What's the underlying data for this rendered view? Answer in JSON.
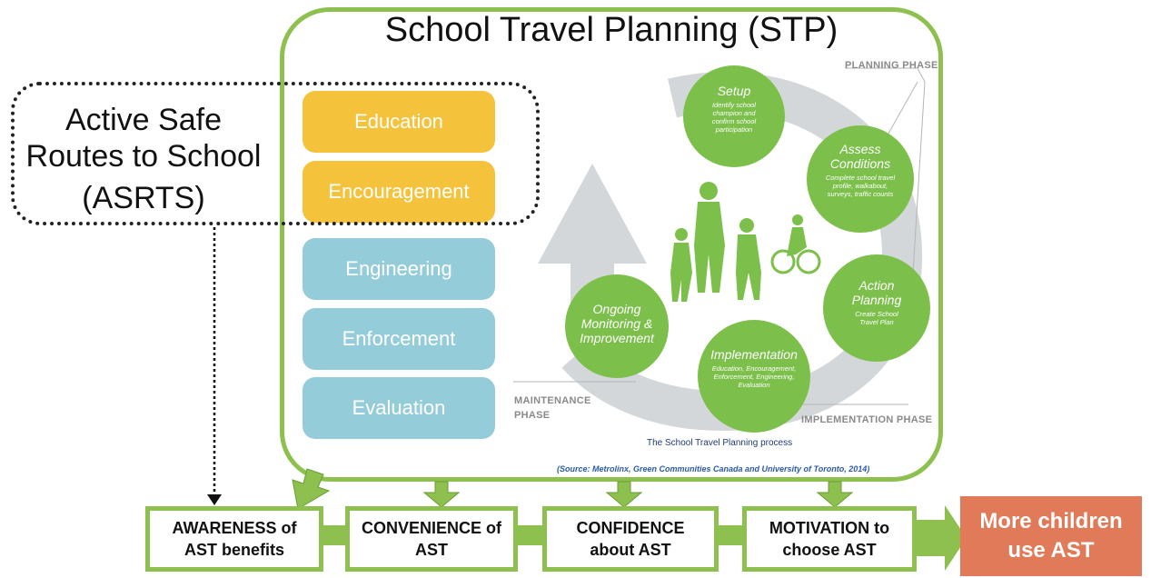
{
  "stp_title": "School Travel Planning (STP)",
  "asrts_label": [
    "Active Safe",
    "Routes to School",
    "(ASRTS)"
  ],
  "e_boxes": [
    "Education",
    "Encouragement",
    "Engineering",
    "Enforcement",
    "Evaluation"
  ],
  "diagram": {
    "planning_phase": "PLANNING PHASE",
    "maintenance_phase": [
      "MAINTENANCE",
      "PHASE"
    ],
    "implementation_phase": "IMPLEMENTATION PHASE",
    "caption": "The School Travel Planning process",
    "source": "(Source: Metrolinx, Green Communities Canada and University of Toronto, 2014)",
    "steps": [
      {
        "title": "Setup",
        "desc": [
          "Identify school",
          "champion and",
          "confirm school",
          "participation"
        ]
      },
      {
        "title": "Assess Conditions",
        "desc": [
          "Complete school travel",
          "profile, walkabout,",
          "surveys, traffic counts"
        ]
      },
      {
        "title": "Action Planning",
        "desc": [
          "Create School",
          "Travel Plan"
        ]
      },
      {
        "title": "Implementation",
        "desc": [
          "Education, Encouragement,",
          "Enforcement, Engineering,",
          "Evaluation"
        ]
      },
      {
        "title": "Ongoing Monitoring & Improvement",
        "desc": []
      }
    ]
  },
  "outcomes": [
    {
      "line1": "AWARENESS of",
      "line2": "AST benefits"
    },
    {
      "line1": "CONVENIENCE of",
      "line2": "AST"
    },
    {
      "line1": "CONFIDENCE",
      "line2": "about AST"
    },
    {
      "line1": "MOTIVATION to",
      "line2": "choose AST"
    }
  ],
  "final_outcome": [
    "More children",
    "use AST"
  ],
  "colors": {
    "green": "#8dc04f",
    "yellow": "#f5c23b",
    "blue": "#94ccd9",
    "salmon": "#e07a58",
    "circle_green": "#7cbf4b"
  }
}
